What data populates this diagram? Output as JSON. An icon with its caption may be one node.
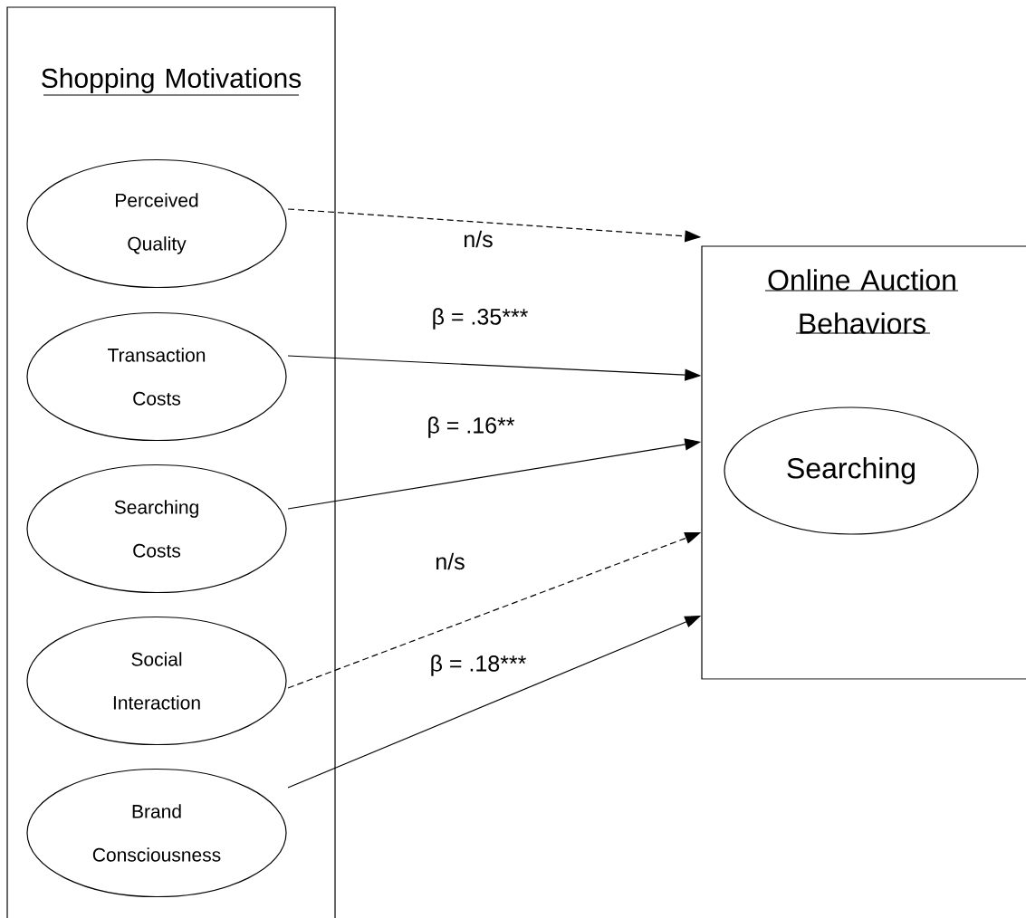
{
  "diagram": {
    "nodes": [
      {
        "text": [
          "Shopping Motivations"
        ]
      },
      {
        "text": [
          "Perceived Quality"
        ],
        "in": 0
      },
      {
        "text": [
          "Transaction Costs"
        ],
        "in": 0
      },
      {
        "text": [
          "Searching Costs"
        ],
        "in": 0
      },
      {
        "text": [
          "Social Interaction"
        ],
        "in": 0
      },
      {
        "text": [
          "Brand Consciousness"
        ],
        "in": 0
      },
      {
        "text": [
          "Online Auction Behaviors"
        ]
      },
      {
        "text": [
          "Searching"
        ],
        "in": 6
      }
    ],
    "edges": [
      {
        "from": 1,
        "to": 6,
        "arrow": "to",
        "label": "n/s",
        "style": "dashed"
      },
      {
        "from": 2,
        "to": 6,
        "arrow": "to",
        "label": "β = .35***"
      },
      {
        "from": 3,
        "to": 6,
        "arrow": "to",
        "label": "β = .16**"
      },
      {
        "from": 4,
        "to": 6,
        "arrow": "to",
        "label": "n/s",
        "style": "dashed"
      },
      {
        "from": 5,
        "to": 6,
        "arrow": "to",
        "label": "β = .18***"
      }
    ]
  }
}
